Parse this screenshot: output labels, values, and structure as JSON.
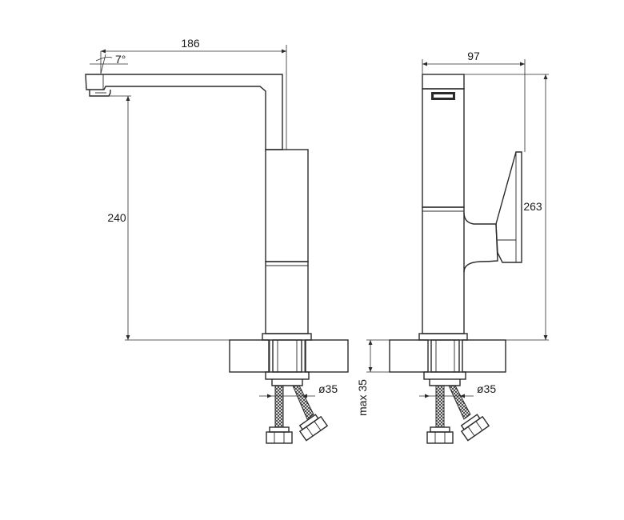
{
  "drawing": {
    "side_view": {
      "spout_angle": "7°",
      "spout_reach": "186",
      "spout_height": "240",
      "hole_diameter": "ø35"
    },
    "front_view": {
      "width": "97",
      "total_height": "263",
      "max_thickness": "max 35",
      "hole_diameter": "ø35"
    }
  }
}
